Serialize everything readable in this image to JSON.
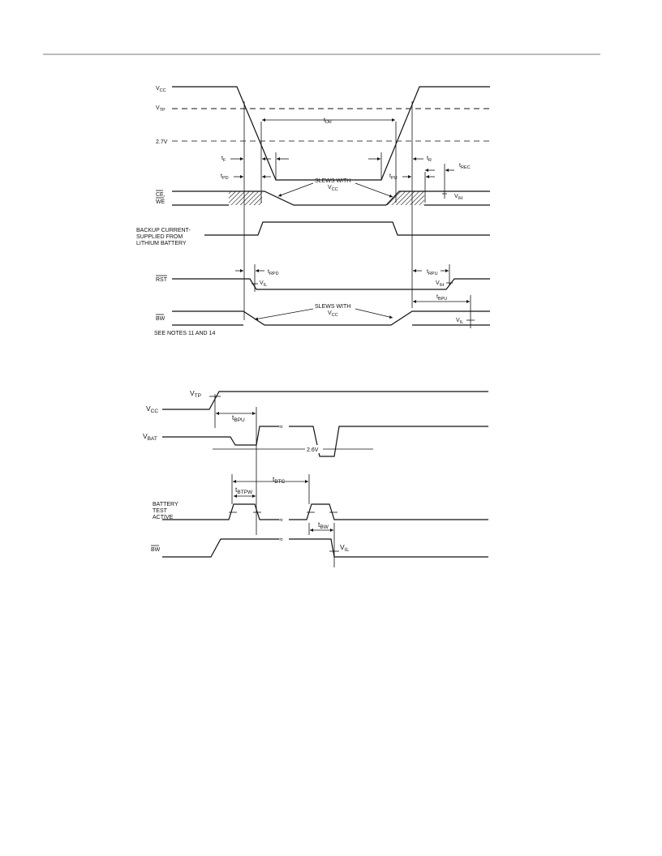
{
  "diagram1": {
    "vcc": {
      "main": "V",
      "sub": "CC"
    },
    "vtp": {
      "main": "V",
      "sub": "TP"
    },
    "v27": "2.7V",
    "tdr": {
      "main": "t",
      "sub": "DR"
    },
    "tf": {
      "main": "t",
      "sub": "F"
    },
    "tr": {
      "main": "t",
      "sub": "R"
    },
    "tpd": {
      "main": "t",
      "sub": "PD"
    },
    "tpu": {
      "main": "t",
      "sub": "PU"
    },
    "trec": {
      "main": "t",
      "sub": "REC"
    },
    "slews_top": {
      "line1": "SLEWS WITH",
      "line2_main": "V",
      "line2_sub": "CC"
    },
    "ce_label": "CE,",
    "we_label": "WE",
    "vih_ce": {
      "main": "V",
      "sub": "IH"
    },
    "backup": [
      "BACKUP CURRENT-",
      "SUPPLIED FROM",
      "LITHIUM BATTERY"
    ],
    "trpd": {
      "main": "t",
      "sub": "RPD"
    },
    "trpu": {
      "main": "t",
      "sub": "RPU"
    },
    "rst_label": "RST",
    "vil_rst": {
      "main": "V",
      "sub": "IL"
    },
    "vih_rst": {
      "main": "V",
      "sub": "IH"
    },
    "slews_bw": {
      "line1": "SLEWS WITH",
      "line2_main": "V",
      "line2_sub": "CC"
    },
    "tbpu": {
      "main": "t",
      "sub": "BPU"
    },
    "bw_label": "BW",
    "vil_bw": {
      "main": "V",
      "sub": "IL"
    },
    "notes": "SEE NOTES 11 AND 14"
  },
  "diagram2": {
    "vtp": {
      "main": "V",
      "sub": "TP"
    },
    "vcc": {
      "main": "V",
      "sub": "CC"
    },
    "tbpu": {
      "main": "t",
      "sub": "BPU"
    },
    "vbat": {
      "main": "V",
      "sub": "BAT"
    },
    "v26": "2.6V",
    "tbtc": {
      "main": "t",
      "sub": "BTC"
    },
    "tbtpw": {
      "main": "t",
      "sub": "BTPW"
    },
    "battery": [
      "BATTERY",
      "TEST",
      "ACTIVE"
    ],
    "tbw": {
      "main": "t",
      "sub": "BW"
    },
    "bw_label": "BW",
    "vil": {
      "main": "V",
      "sub": "IL"
    }
  }
}
